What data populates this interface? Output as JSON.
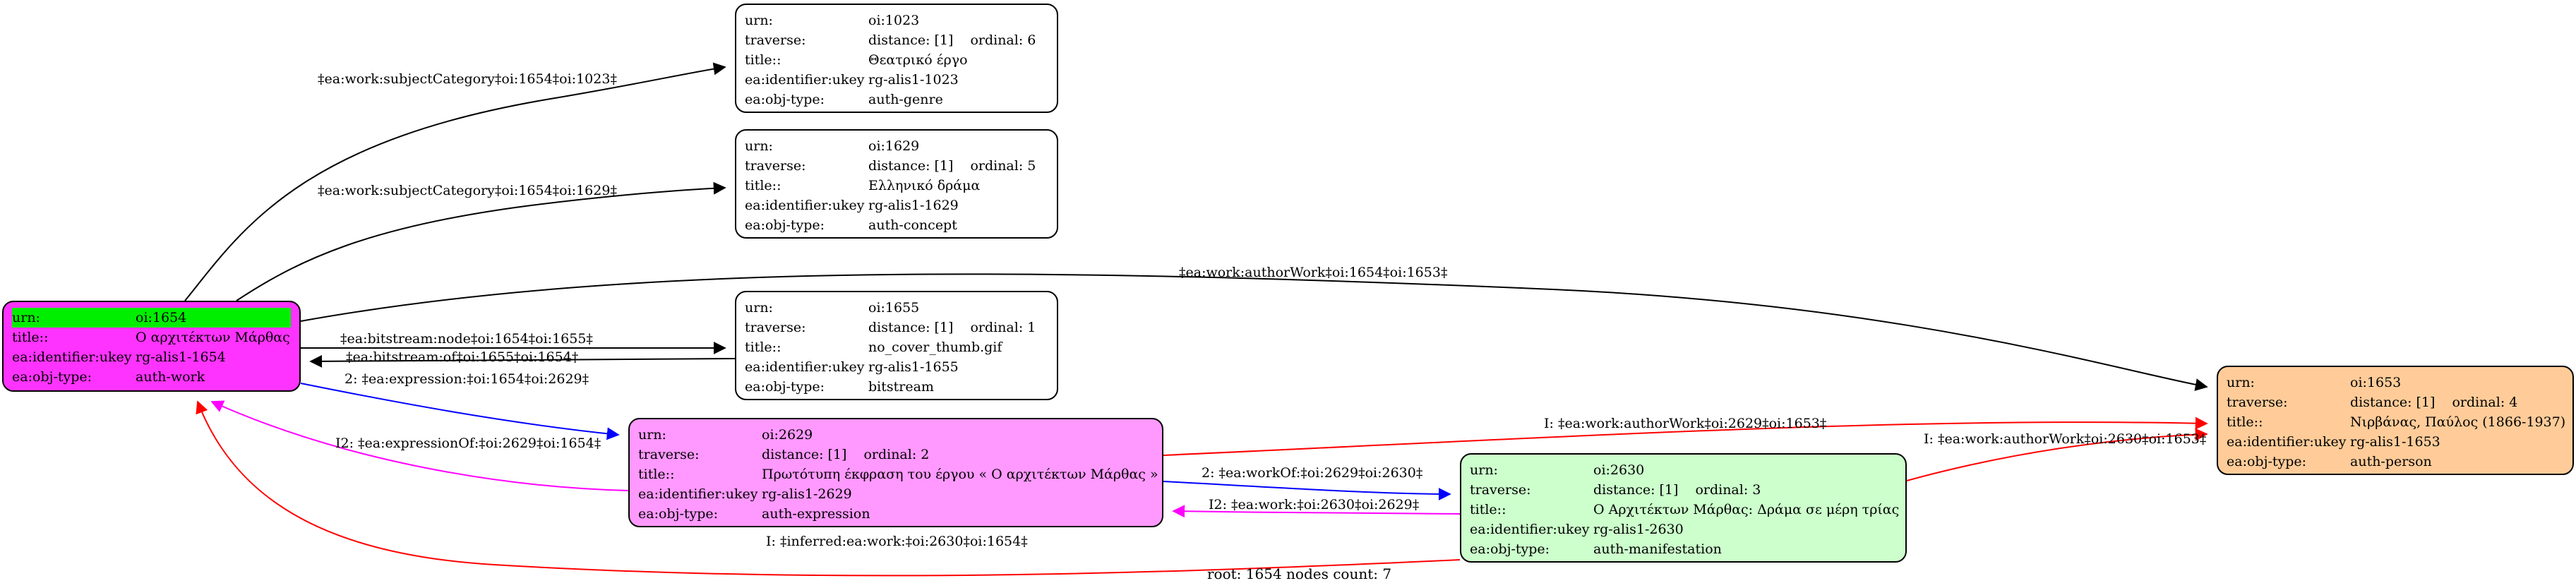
{
  "diagram": {
    "footer": "root: 1654 nodes count: 7",
    "nodes": [
      {
        "id": "n1023",
        "fill": "#ffffff",
        "rows": [
          {
            "k": "urn:",
            "v": "oi:1023"
          },
          {
            "k": "traverse:",
            "v": "distance: [1]",
            "v2": "ordinal: 6"
          },
          {
            "k": "title::",
            "v": "Θεατρικό έργο"
          },
          {
            "k": "ea:identifier:ukey",
            "v": "rg-alis1-1023"
          },
          {
            "k": "ea:obj-type:",
            "v": "auth-genre"
          }
        ]
      },
      {
        "id": "n1629",
        "fill": "#ffffff",
        "rows": [
          {
            "k": "urn:",
            "v": "oi:1629"
          },
          {
            "k": "traverse:",
            "v": "distance: [1]",
            "v2": "ordinal: 5"
          },
          {
            "k": "title::",
            "v": "Ελληνικό δράμα"
          },
          {
            "k": "ea:identifier:ukey",
            "v": "rg-alis1-1629"
          },
          {
            "k": "ea:obj-type:",
            "v": "auth-concept"
          }
        ]
      },
      {
        "id": "n1654",
        "fill": "#ff33ff",
        "rows": [
          {
            "k": "urn:",
            "v": "oi:1654",
            "hl": true
          },
          {
            "k": "title::",
            "v": "Ο αρχιτέκτων Μάρθας"
          },
          {
            "k": "ea:identifier:ukey",
            "v": "rg-alis1-1654"
          },
          {
            "k": "ea:obj-type:",
            "v": "auth-work"
          }
        ]
      },
      {
        "id": "n1655",
        "fill": "#ffffff",
        "rows": [
          {
            "k": "urn:",
            "v": "oi:1655"
          },
          {
            "k": "traverse:",
            "v": "distance: [1]",
            "v2": "ordinal: 1"
          },
          {
            "k": "title::",
            "v": "no_cover_thumb.gif"
          },
          {
            "k": "ea:identifier:ukey",
            "v": "rg-alis1-1655"
          },
          {
            "k": "ea:obj-type:",
            "v": "bitstream"
          }
        ]
      },
      {
        "id": "n2629",
        "fill": "#ff99ff",
        "rows": [
          {
            "k": "urn:",
            "v": "oi:2629"
          },
          {
            "k": "traverse:",
            "v": "distance: [1]",
            "v2": "ordinal: 2"
          },
          {
            "k": "title::",
            "v": "Πρωτότυπη έκφραση του έργου « Ο αρχιτέκτων Μάρθας »"
          },
          {
            "k": "ea:identifier:ukey",
            "v": "rg-alis1-2629"
          },
          {
            "k": "ea:obj-type:",
            "v": "auth-expression"
          }
        ]
      },
      {
        "id": "n2630",
        "fill": "#ccffcc",
        "rows": [
          {
            "k": "urn:",
            "v": "oi:2630"
          },
          {
            "k": "traverse:",
            "v": "distance: [1]",
            "v2": "ordinal: 3"
          },
          {
            "k": "title::",
            "v": "Ο Αρχιτέκτων Μάρθας: Δράμα σε μέρη τρίας"
          },
          {
            "k": "ea:identifier:ukey",
            "v": "rg-alis1-2630"
          },
          {
            "k": "ea:obj-type:",
            "v": "auth-manifestation"
          }
        ]
      },
      {
        "id": "n1653",
        "fill": "#ffcc99",
        "rows": [
          {
            "k": "urn:",
            "v": "oi:1653"
          },
          {
            "k": "traverse:",
            "v": "distance: [1]",
            "v2": "ordinal: 4"
          },
          {
            "k": "title::",
            "v": "Νιρβάνας, Παύλος (1866-1937)"
          },
          {
            "k": "ea:identifier:ukey",
            "v": "rg-alis1-1653"
          },
          {
            "k": "ea:obj-type:",
            "v": "auth-person"
          }
        ]
      }
    ],
    "edges": [
      {
        "id": "e1",
        "label": "‡ea:work:subjectCategory‡oi:1654‡oi:1023‡",
        "color": "#000000"
      },
      {
        "id": "e2",
        "label": "‡ea:work:subjectCategory‡oi:1654‡oi:1629‡",
        "color": "#000000"
      },
      {
        "id": "e3",
        "label": "‡ea:work:authorWork‡oi:1654‡oi:1653‡",
        "color": "#000000"
      },
      {
        "id": "e4",
        "label": "‡ea:bitstream:node‡oi:1654‡oi:1655‡",
        "color": "#000000"
      },
      {
        "id": "e5",
        "label": "‡ea:bitstream:of‡oi:1655‡oi:1654‡",
        "color": "#000000"
      },
      {
        "id": "e6",
        "label": "2: ‡ea:expression:‡oi:1654‡oi:2629‡",
        "color": "#0000ff"
      },
      {
        "id": "e7",
        "label": "I2: ‡ea:expressionOf:‡oi:2629‡oi:1654‡",
        "color": "#ff00ff"
      },
      {
        "id": "e8",
        "label": "I: ‡ea:work:authorWork‡oi:2629‡oi:1653‡",
        "color": "#ff0000"
      },
      {
        "id": "e9",
        "label": "2: ‡ea:workOf:‡oi:2629‡oi:2630‡",
        "color": "#0000ff"
      },
      {
        "id": "e10",
        "label": "I2: ‡ea:work:‡oi:2630‡oi:2629‡",
        "color": "#ff00ff"
      },
      {
        "id": "e11",
        "label": "I: ‡ea:work:authorWork‡oi:2630‡oi:1653‡",
        "color": "#ff0000"
      },
      {
        "id": "e12",
        "label": "I: ‡inferred:ea:work:‡oi:2630‡oi:1654‡",
        "color": "#ff0000"
      }
    ]
  }
}
